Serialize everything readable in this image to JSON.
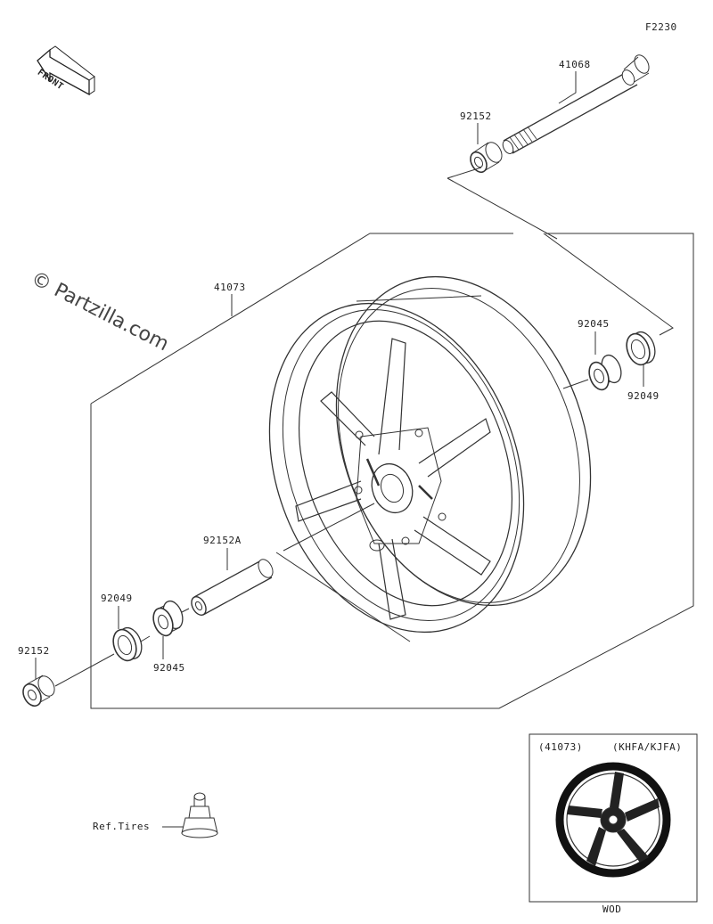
{
  "diagram": {
    "figure_code": "F2230",
    "watermark": "© Partzilla.com",
    "front_label": "FRONT",
    "labels": {
      "axle": "41068",
      "collar_top": "92152",
      "wheel": "41073",
      "bearing_right": "92045",
      "seal_right": "92049",
      "spacer": "92152A",
      "seal_left": "92049",
      "bearing_left": "92045",
      "collar_left": "92152"
    },
    "ref_tires": "Ref.Tires",
    "inset": {
      "part_no": "(41073)",
      "models": "(KHFA/KJFA)",
      "color_code": "WOD"
    }
  }
}
